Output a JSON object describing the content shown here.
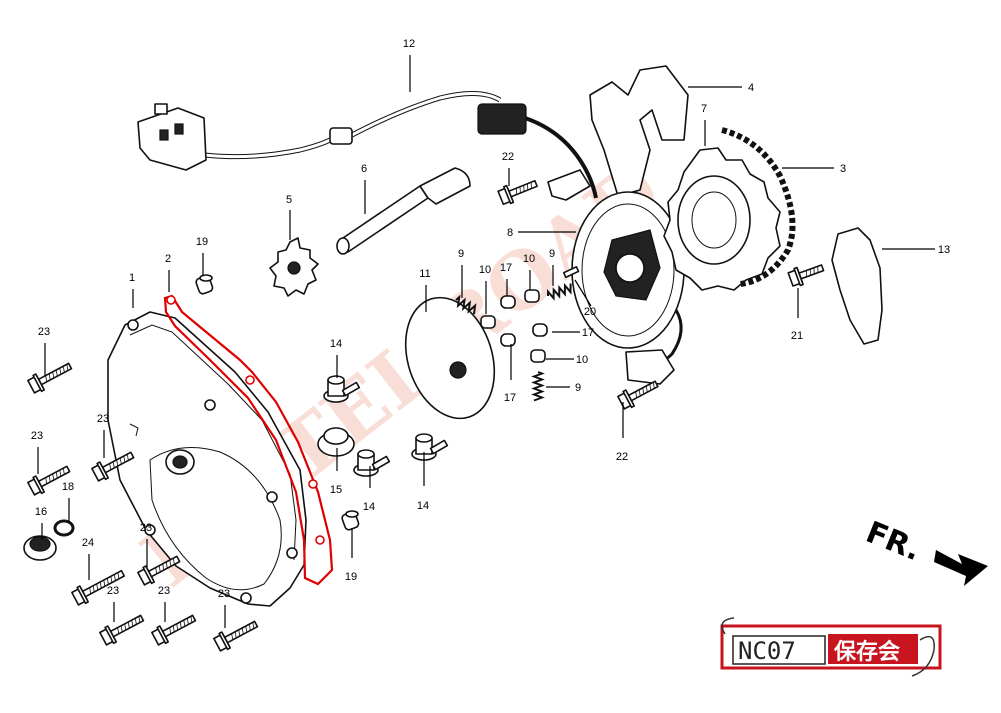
{
  "callouts": [
    {
      "label": "1",
      "color": "#000000",
      "part": "cover"
    },
    {
      "label": "2",
      "color": "#e00000",
      "part": "gasket"
    },
    {
      "label": "3",
      "color": "#000000",
      "part": "chain"
    },
    {
      "label": "4",
      "color": "#000000",
      "part": "chain-guide"
    },
    {
      "label": "5",
      "color": "#000000",
      "part": "small-sprocket"
    },
    {
      "label": "6",
      "color": "#000000",
      "part": "shaft"
    },
    {
      "label": "7",
      "color": "#000000",
      "part": "sprocket"
    },
    {
      "label": "8",
      "color": "#000000",
      "part": "rotor"
    },
    {
      "label": "9",
      "color": "#000000",
      "part": "spring"
    },
    {
      "label": "9",
      "color": "#000000",
      "part": "spring"
    },
    {
      "label": "9",
      "color": "#000000",
      "part": "spring"
    },
    {
      "label": "10",
      "color": "#000000",
      "part": "roller"
    },
    {
      "label": "10",
      "color": "#000000",
      "part": "roller"
    },
    {
      "label": "10",
      "color": "#000000",
      "part": "roller"
    },
    {
      "label": "11",
      "color": "#000000",
      "part": "plate"
    },
    {
      "label": "12",
      "color": "#000000",
      "part": "wire-harness"
    },
    {
      "label": "13",
      "color": "#000000",
      "part": "tensioner"
    },
    {
      "label": "14",
      "color": "#000000",
      "part": "flange-bolt"
    },
    {
      "label": "14",
      "color": "#000000",
      "part": "flange-bolt"
    },
    {
      "label": "14",
      "color": "#000000",
      "part": "flange-bolt"
    },
    {
      "label": "15",
      "color": "#000000",
      "part": "special-bolt"
    },
    {
      "label": "16",
      "color": "#000000",
      "part": "plug"
    },
    {
      "label": "17",
      "color": "#000000",
      "part": "cap"
    },
    {
      "label": "17",
      "color": "#000000",
      "part": "cap"
    },
    {
      "label": "17",
      "color": "#000000",
      "part": "cap"
    },
    {
      "label": "18",
      "color": "#000000",
      "part": "o-ring"
    },
    {
      "label": "19",
      "color": "#000000",
      "part": "dowel"
    },
    {
      "label": "19",
      "color": "#000000",
      "part": "dowel"
    },
    {
      "label": "20",
      "color": "#000000",
      "part": "pin"
    },
    {
      "label": "21",
      "color": "#000000",
      "part": "bolt"
    },
    {
      "label": "22",
      "color": "#000000",
      "part": "bolt"
    },
    {
      "label": "22",
      "color": "#000000",
      "part": "bolt"
    },
    {
      "label": "23",
      "color": "#000000",
      "part": "bolt"
    },
    {
      "label": "23",
      "color": "#000000",
      "part": "bolt"
    },
    {
      "label": "23",
      "color": "#000000",
      "part": "bolt"
    },
    {
      "label": "23",
      "color": "#000000",
      "part": "bolt"
    },
    {
      "label": "23",
      "color": "#000000",
      "part": "bolt"
    },
    {
      "label": "23",
      "color": "#000000",
      "part": "bolt"
    },
    {
      "label": "23",
      "color": "#000000",
      "part": "bolt"
    },
    {
      "label": "24",
      "color": "#000000",
      "part": "bolt"
    }
  ],
  "direction_label": "FR.",
  "badge": {
    "code": "NC07",
    "kanji": "保存会",
    "accent": "#c8141e"
  },
  "watermark": "PASTEL ROAD",
  "colors": {
    "highlight": "#e00000",
    "ink": "#111111",
    "watermark": "#f2b8a8"
  }
}
